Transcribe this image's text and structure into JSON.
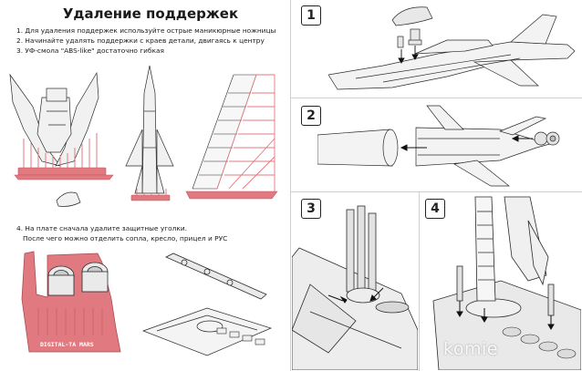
{
  "colors": {
    "support_pink": "#e07a80",
    "line": "#2a2a2a",
    "part_fill": "#f1f1f1",
    "divider": "#cfcfcf"
  },
  "instructions": {
    "title": "Удаление поддержек",
    "steps": [
      "1. Для удаления поддержек используйте острые маникюрные ножницы",
      "2. Начинайте удалять поддержки с краев детали, двигаясь к центру",
      "3. УФ-смола \"ABS-like\" достаточно гибкая"
    ],
    "step4_line1": "4. На плате сначала удалите защитные уголки.",
    "step4_line2": "После чего можно отделить сопла, кресло, прицел и РУС",
    "plate_brand": "DIGITAL-TA MARS"
  },
  "panels": [
    {
      "number": "1",
      "icon": "cockpit-assembly-illustration"
    },
    {
      "number": "2",
      "icon": "engine-nozzle-illustration"
    },
    {
      "number": "3",
      "icon": "landing-gear-detail-illustration"
    },
    {
      "number": "4",
      "icon": "model-on-stand-illustration"
    }
  ],
  "watermark": "komie"
}
